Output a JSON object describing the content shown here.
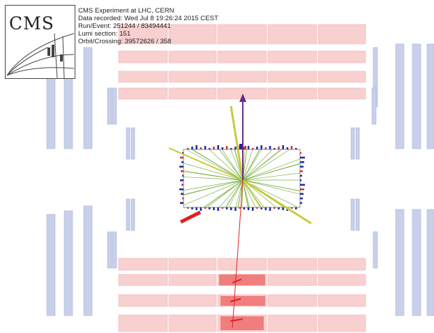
{
  "event_info": {
    "experiment": "CMS Experiment at LHC, CERN",
    "recorded": "Data recorded: Wed Jul  8 19:26:24 2015 CEST",
    "run_event": "Run/Event: 251244 / 83494441",
    "lumi": "Lumi section: 151",
    "orbit": "Orbit/Crossing: 39572626 / 358"
  },
  "logo": {
    "text": "CMS"
  },
  "colors": {
    "muon_chamber": "#c8d0ea",
    "muon_chamber_edge": "#a9b4da",
    "ecal_block": "#f8d0d0",
    "ecal_block_edge": "#f0b8b8",
    "energy_deposit": "#f07070",
    "track_green": "#7fb24a",
    "jet_yellow": "#c8cc3a",
    "met_arrow": "#6a2a8a",
    "muon_track": "#e02020",
    "tracker_box": "#888888",
    "blue_hit": "#1a2aa0",
    "red_hit": "#d03030"
  }
}
